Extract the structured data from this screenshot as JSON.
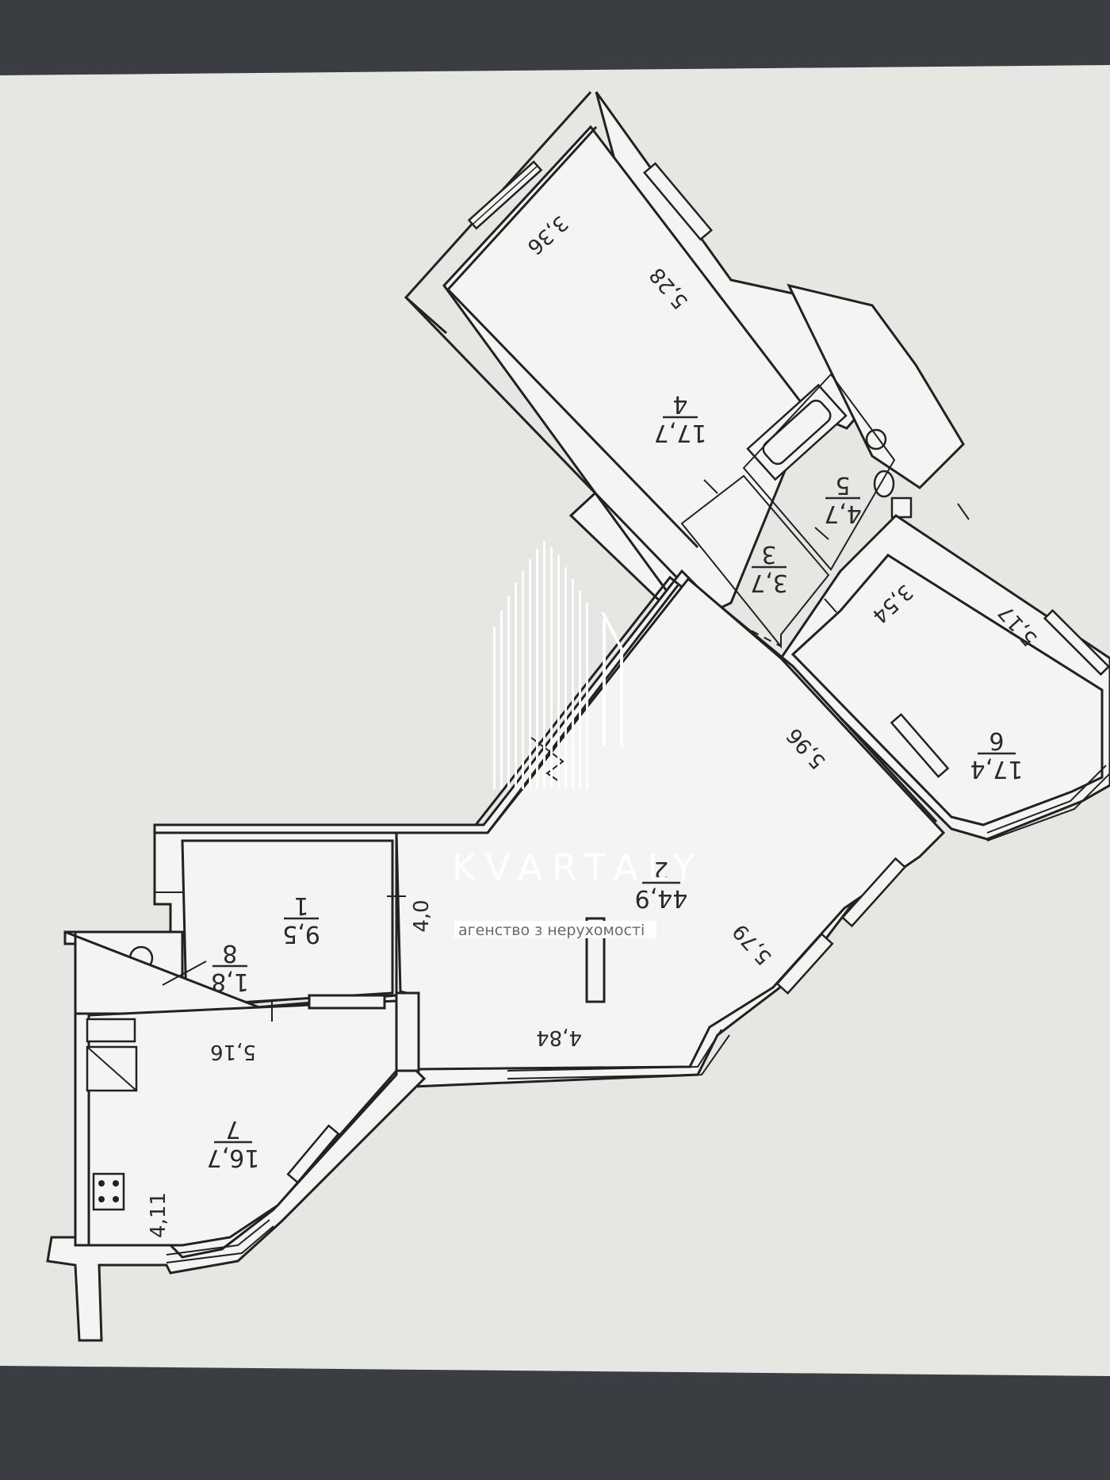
{
  "plan": {
    "rooms": [
      {
        "id": "1",
        "number": "1",
        "area": "9,5"
      },
      {
        "id": "2",
        "number": "2",
        "area": "44,9"
      },
      {
        "id": "3",
        "number": "3",
        "area": "3,7"
      },
      {
        "id": "4",
        "number": "4",
        "area": "17,7"
      },
      {
        "id": "5",
        "number": "5",
        "area": "4,7"
      },
      {
        "id": "6",
        "number": "6",
        "area": "17,4"
      },
      {
        "id": "7",
        "number": "7",
        "area": "16,7"
      },
      {
        "id": "8",
        "number": "8",
        "area": "1,8"
      }
    ],
    "dimensions": {
      "d1": "3,36",
      "d2": "5,28",
      "d3": "3,54",
      "d4": "5,17",
      "d5": "5,96",
      "d6": "5,79",
      "d7": "4,84",
      "d8": "5,16",
      "d9": "4,11",
      "d10": "4,0"
    }
  },
  "watermark": {
    "brand": "KVARTALY",
    "tagline": "агенство з нерухомості"
  }
}
